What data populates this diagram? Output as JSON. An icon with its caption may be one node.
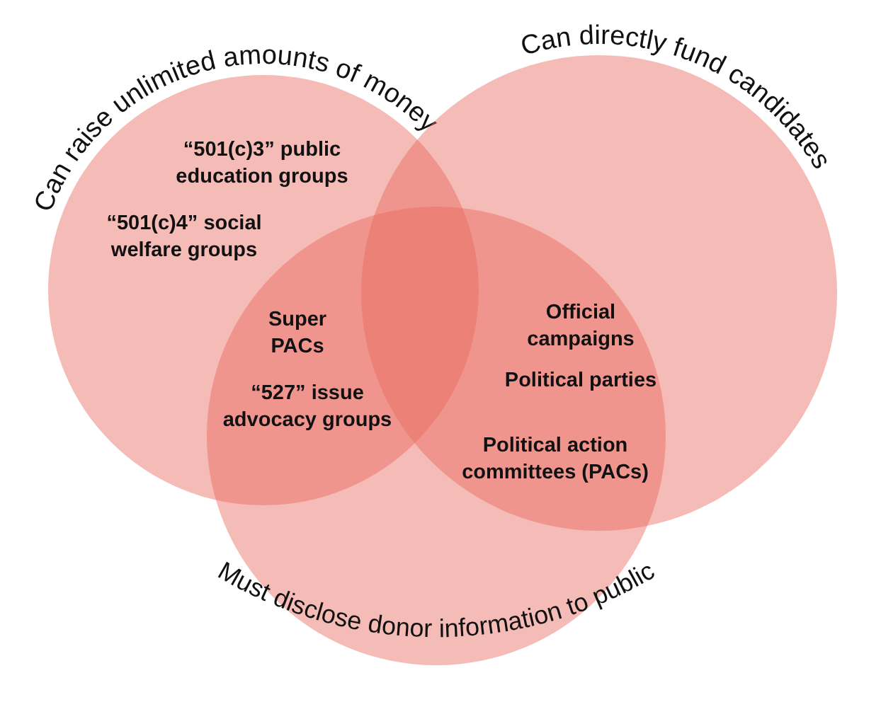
{
  "diagram": {
    "nodes": [
      {
        "text": [
          "Can raise unlimited amounts of money"
        ]
      },
      {
        "text": [
          "Can directly fund candidates"
        ]
      },
      {
        "text": [
          "Must disclose donor information to public"
        ]
      }
    ],
    "labels": [
      "“501(c)3” public education groups",
      "“501(c)4” social welfare groups",
      "Super PACs",
      "Official campaigns",
      "Political parties",
      "“527” issue advocacy groups",
      "Political action committees (PACs)"
    ]
  }
}
